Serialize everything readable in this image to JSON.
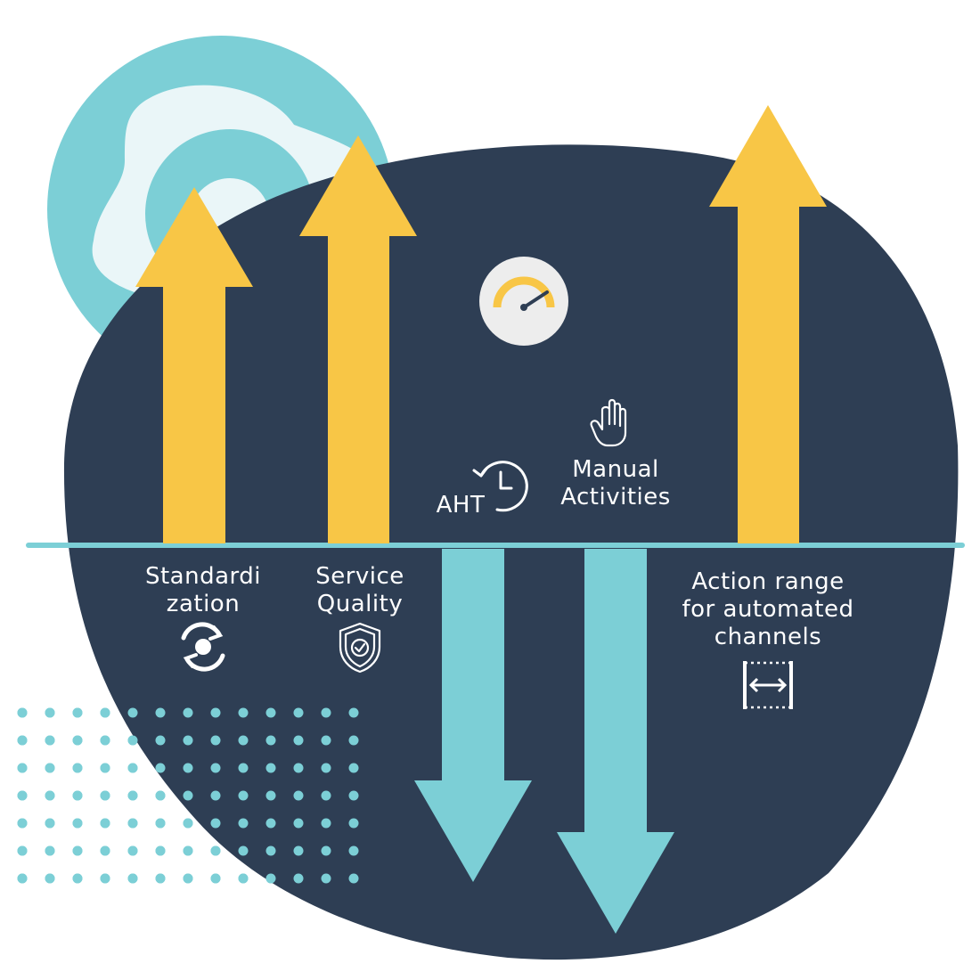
{
  "colors": {
    "navy": "#2e3e54",
    "teal": "#7ccfd6",
    "light_teal": "#eaf6f8",
    "yellow": "#f8c646",
    "white": "#ffffff",
    "gauge_bg": "#ededed"
  },
  "up_metrics": [
    {
      "line1": "Standardi",
      "line2": "zation",
      "icon": "sync-icon"
    },
    {
      "line1": "Service",
      "line2": "Quality",
      "icon": "shield-check-icon"
    },
    {
      "line1": "Action range",
      "line2": "for automated",
      "line3": "channels",
      "icon": "range-width-icon"
    }
  ],
  "down_metrics": [
    {
      "line1": "AHT",
      "icon": "clock-history-icon"
    },
    {
      "line1": "Manual",
      "line2": "Activities",
      "icon": "hand-icon"
    }
  ],
  "center_icon": "speedometer-icon"
}
